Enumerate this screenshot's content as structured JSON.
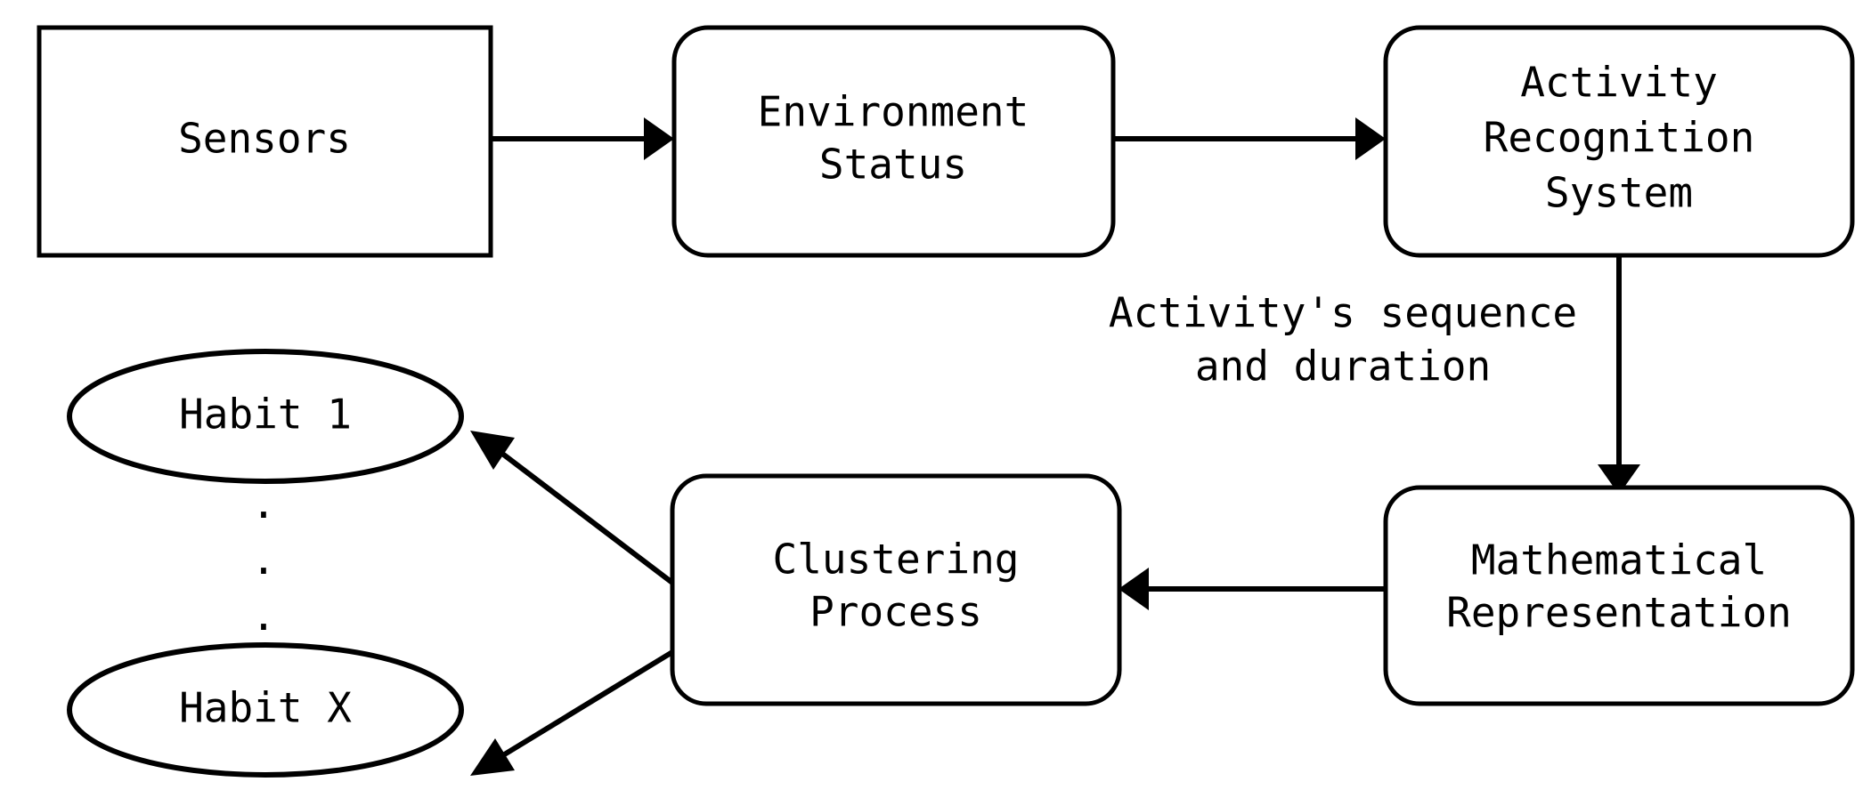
{
  "diagram": {
    "title": "Habit discovery pipeline flowchart",
    "background_color": "#ffffff",
    "stroke_color": "#000000",
    "text_color": "#000000",
    "nodes": [
      {
        "id": "sensors",
        "shape": "rectangle",
        "lines": [
          "Sensors"
        ]
      },
      {
        "id": "environment-status",
        "shape": "rounded-rectangle",
        "lines": [
          "Environment",
          "Status"
        ]
      },
      {
        "id": "activity-recognition-system",
        "shape": "rounded-rectangle",
        "lines": [
          "Activity",
          "Recognition",
          "System"
        ]
      },
      {
        "id": "mathematical-representation",
        "shape": "rounded-rectangle",
        "lines": [
          "Mathematical",
          "Representation"
        ]
      },
      {
        "id": "clustering-process",
        "shape": "rounded-rectangle",
        "lines": [
          "Clustering",
          "Process"
        ]
      },
      {
        "id": "habit-1",
        "shape": "ellipse",
        "lines": [
          "Habit 1"
        ]
      },
      {
        "id": "habit-x",
        "shape": "ellipse",
        "lines": [
          "Habit X"
        ]
      }
    ],
    "edges": [
      {
        "id": "sensors-to-environment-status",
        "from": "sensors",
        "to": "environment-status",
        "label": ""
      },
      {
        "id": "environment-status-to-activity-recognition",
        "from": "environment-status",
        "to": "activity-recognition-system",
        "label": ""
      },
      {
        "id": "activity-recognition-to-mathematical-representation",
        "from": "activity-recognition-system",
        "to": "mathematical-representation",
        "label_line_1": "Activity's sequence",
        "label_line_2": "and duration"
      },
      {
        "id": "mathematical-representation-to-clustering",
        "from": "mathematical-representation",
        "to": "clustering-process",
        "label": ""
      },
      {
        "id": "clustering-to-habit-1",
        "from": "clustering-process",
        "to": "habit-1",
        "label": ""
      },
      {
        "id": "clustering-to-habit-x",
        "from": "clustering-process",
        "to": "habit-x",
        "label": ""
      }
    ],
    "ellipsis": {
      "glyph": ".",
      "count": 3,
      "meaning": "vertical-ellipsis-between-habits"
    }
  }
}
